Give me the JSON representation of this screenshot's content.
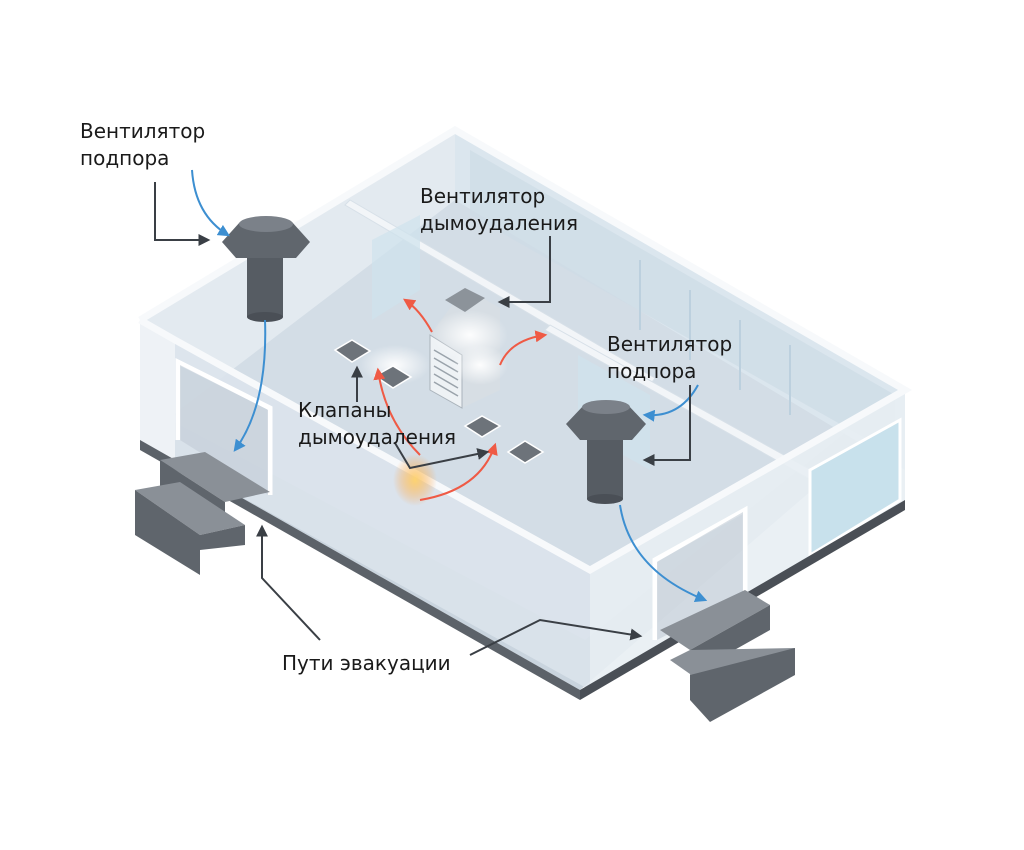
{
  "labels": {
    "supply_fan_left": {
      "line1": "Вентилятор",
      "line2": "подпора"
    },
    "smoke_exhaust_fan": {
      "line1": "Вентилятор",
      "line2": "дымоудаления"
    },
    "supply_fan_right": {
      "line1": "Вентилятор",
      "line2": "подпора"
    },
    "smoke_dampers": {
      "line1": "Клапаны",
      "line2": "дымоудаления"
    },
    "escape_routes": "Пути эвакуации"
  },
  "colors": {
    "wall_top": "#f2f5f8",
    "wall_glass": "#dbe6ee",
    "floor": "#c9d4de",
    "outer_wall": "#bfc9d3",
    "stairs": "#6b7077",
    "equipment": "#555b62",
    "fresh_air_arrow": "#3d8fd1",
    "smoke_arrow": "#ef5a45",
    "pointer_arrow": "#3a3f45"
  },
  "icons": {
    "supply_fan": "roof-fan-icon",
    "exhaust_fan": "smoke-exhaust-unit-icon",
    "damper": "damper-icon",
    "stairs": "stairs-icon"
  }
}
